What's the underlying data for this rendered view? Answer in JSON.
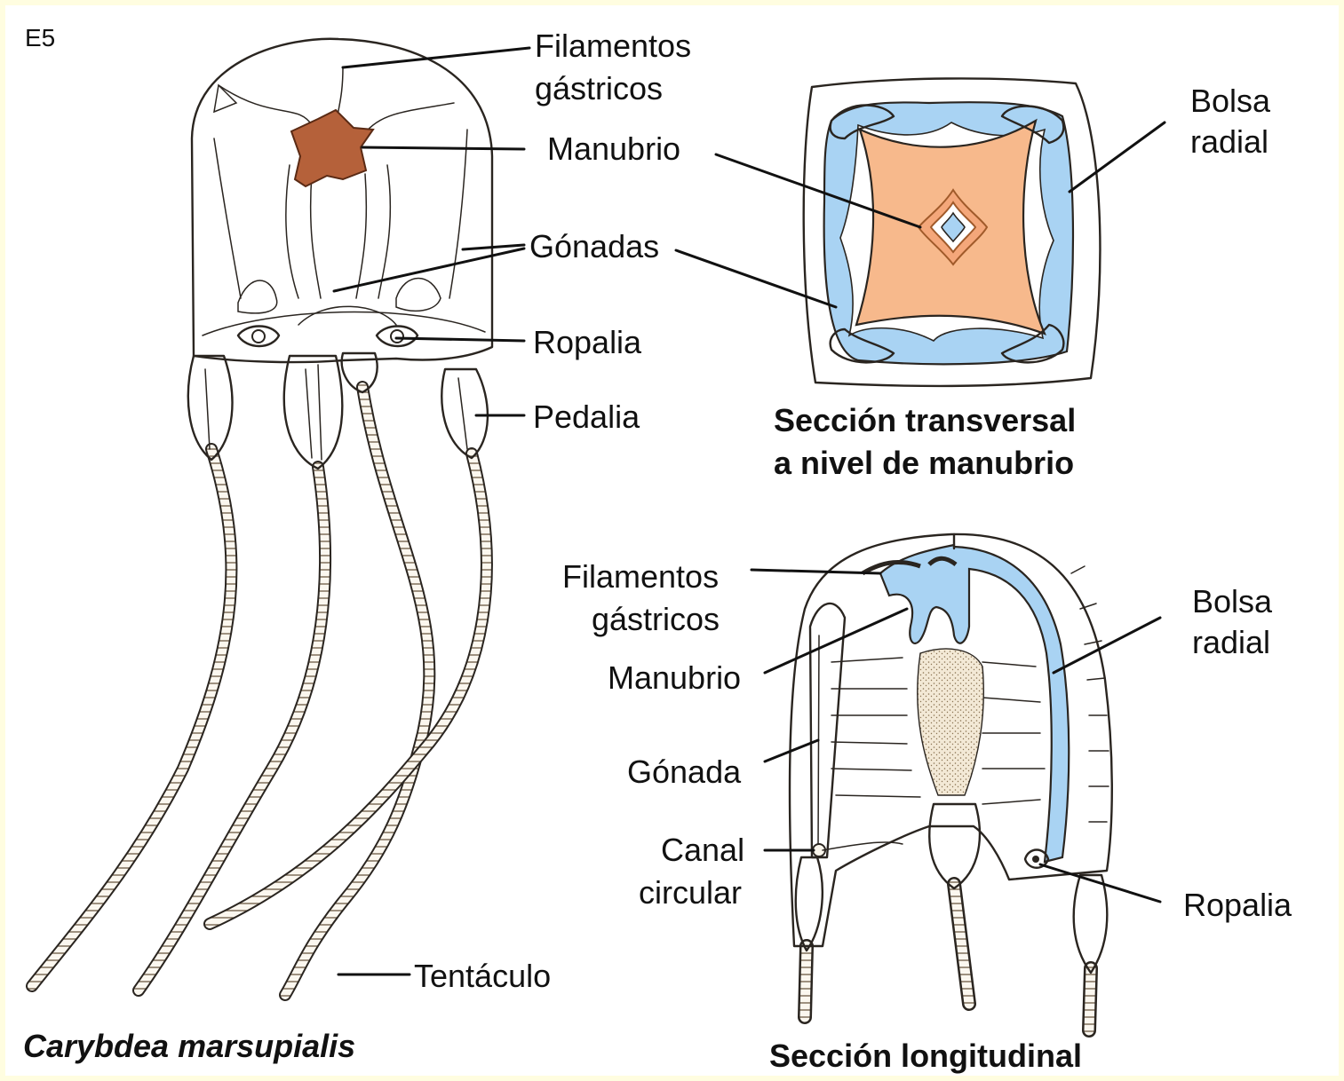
{
  "figure_tag": "E5",
  "whole_animal": {
    "species": "Carybdea marsupialis",
    "labels": {
      "filamentos": [
        "Filamentos",
        "gástricos"
      ],
      "manubrio": "Manubrio",
      "gonadas": "Gónadas",
      "ropalia": "Ropalia",
      "pedalia": "Pedalia",
      "tentaculo": "Tentáculo"
    }
  },
  "cross_section": {
    "title": [
      "Sección transversal",
      "a nivel de manubrio"
    ],
    "labels": {
      "bolsa": [
        "Bolsa",
        "radial"
      ],
      "manubrio": "Manubrio",
      "gonadas": "Gónadas"
    }
  },
  "longitudinal_section": {
    "title": "Sección longitudinal",
    "labels": {
      "filamentos": [
        "Filamentos",
        "gástricos"
      ],
      "manubrio": "Manubrio",
      "gonada": "Gónada",
      "canal": [
        "Canal",
        "circular"
      ],
      "bolsa": [
        "Bolsa",
        "radial"
      ],
      "ropalia": "Ropalia"
    }
  },
  "colors": {
    "manubrium": "#b5613a",
    "gastric_pouch": "#a9d3f3",
    "stomach_cross": "#f7b98c",
    "body_stipple": "#f6efe2"
  }
}
